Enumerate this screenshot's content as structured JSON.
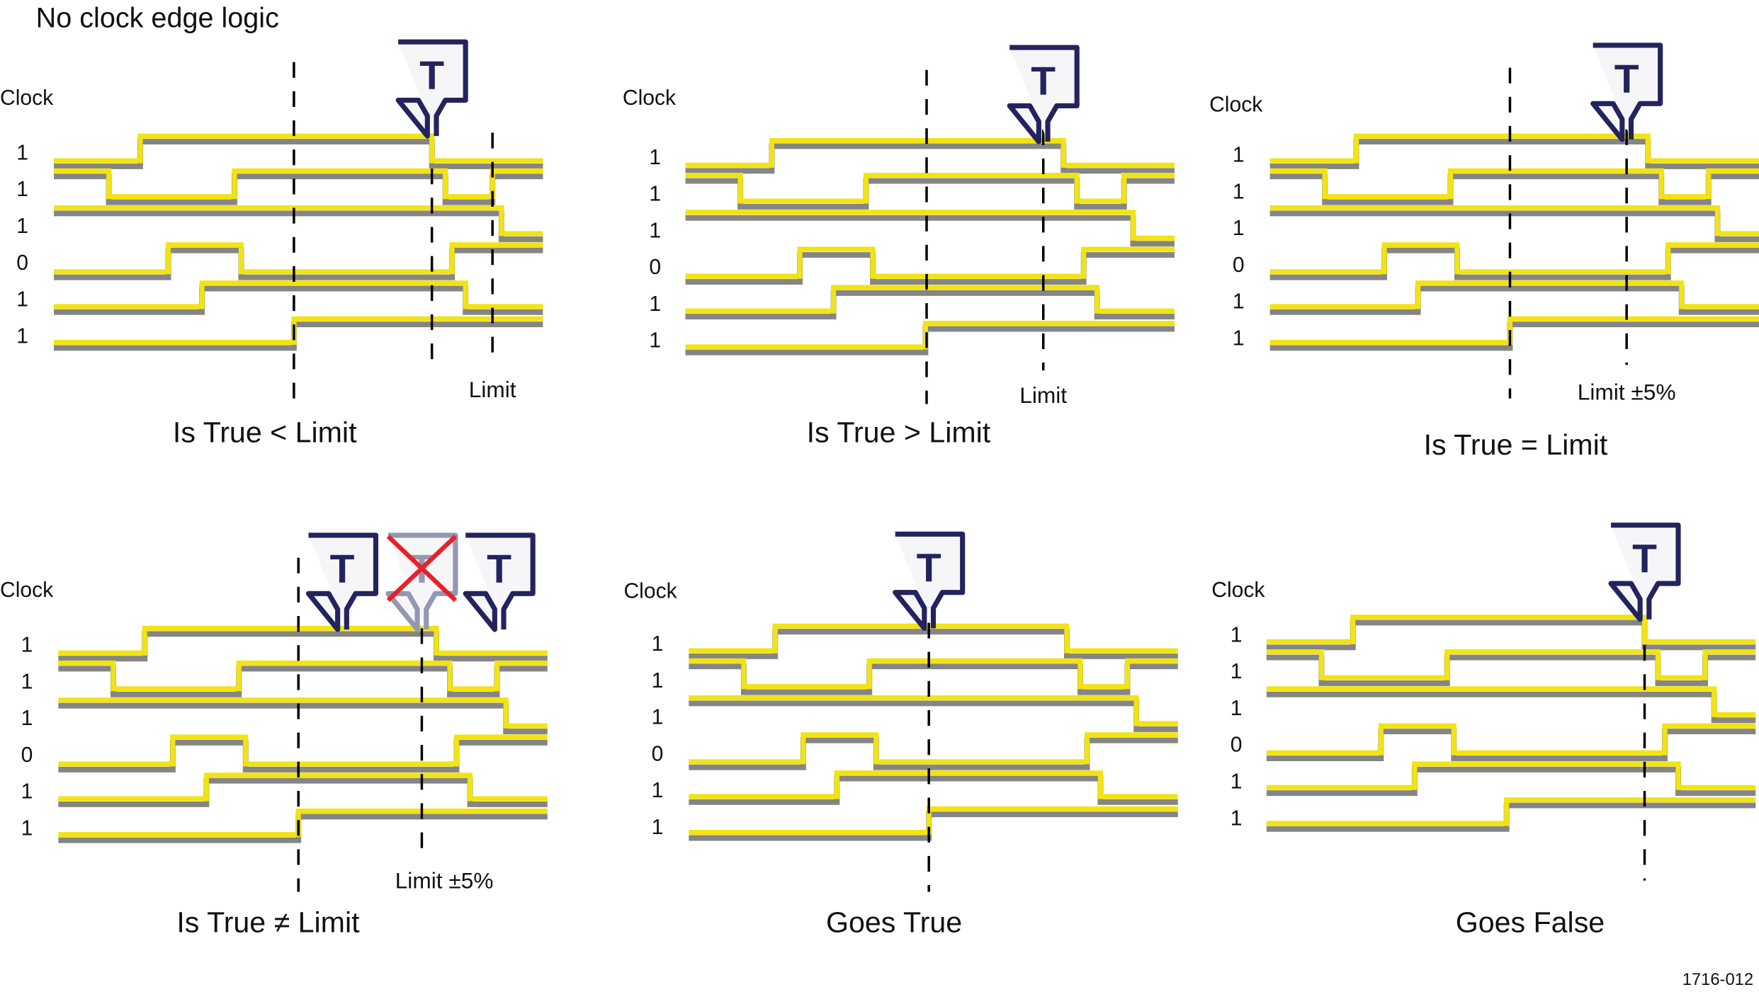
{
  "title": "No clock edge logic",
  "figure_id": "1716-012",
  "trigger_marker_label": "T",
  "colors": {
    "signal": "#f2e313",
    "shadow": "#858585",
    "marker_border": "#23245e",
    "marker_disabled": "#9497b0",
    "cross": "#e8202a",
    "dash": "#000000"
  },
  "panels": [
    {
      "clock_label": "Clock",
      "bits": [
        "1",
        "1",
        "1",
        "0",
        "1",
        "1"
      ],
      "limit_label": "Limit",
      "caption": "Is True < Limit"
    },
    {
      "clock_label": "Clock",
      "bits": [
        "1",
        "1",
        "1",
        "0",
        "1",
        "1"
      ],
      "limit_label": "Limit",
      "caption": "Is True > Limit"
    },
    {
      "clock_label": "Clock",
      "bits": [
        "1",
        "1",
        "1",
        "0",
        "1",
        "1"
      ],
      "limit_label": "Limit ±5%",
      "caption": "Is True = Limit"
    },
    {
      "clock_label": "Clock",
      "bits": [
        "1",
        "1",
        "1",
        "0",
        "1",
        "1"
      ],
      "limit_label": "Limit ±5%",
      "caption": "Is True ≠ Limit"
    },
    {
      "clock_label": "Clock",
      "bits": [
        "1",
        "1",
        "1",
        "0",
        "1",
        "1"
      ],
      "caption": "Goes True"
    },
    {
      "clock_label": "Clock",
      "bits": [
        "1",
        "1",
        "1",
        "0",
        "1",
        "1"
      ],
      "caption": "Goes False"
    }
  ]
}
